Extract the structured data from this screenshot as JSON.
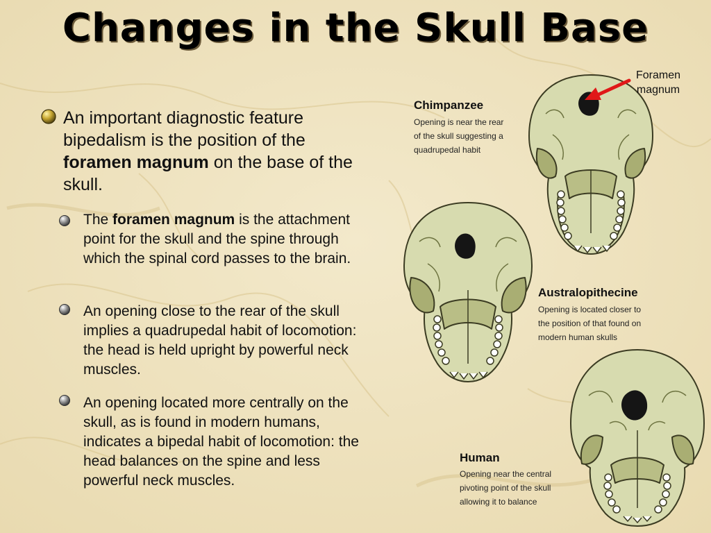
{
  "title": "Changes in the Skull Base",
  "intro": {
    "part1": "An important diagnostic feature bipedalism is the position of the ",
    "bold": "foramen magnum",
    "part2": " on the base of the skull."
  },
  "bullets": [
    {
      "bold": "foramen magnum",
      "pre": "The ",
      "post": " is the attachment point for the skull and the spine through which the spinal cord passes to the brain."
    },
    {
      "text": "An opening close to the rear of the skull implies a quadrupedal habit of locomotion: the head is held upright by powerful neck muscles."
    },
    {
      "text": "An opening located more centrally on the skull, as is found in modern humans, indicates a bipedal habit of locomotion: the head balances on the spine and less powerful neck muscles."
    }
  ],
  "skulls": {
    "chimp": {
      "name": "Chimpanzee",
      "desc1": "Opening is near the rear",
      "desc2": "of the skull suggesting a",
      "desc3": "quadrupedal habit"
    },
    "australo": {
      "name": "Australopithecine",
      "desc1": "Opening is located closer to",
      "desc2": "the position of that found on",
      "desc3": "modern human skulls"
    },
    "human": {
      "name": "Human",
      "desc1": "Opening near the central",
      "desc2": "pivoting point of the skull",
      "desc3": "allowing it to balance"
    }
  },
  "foramen_label": {
    "line1": "Foramen",
    "line2": "magnum"
  },
  "colors": {
    "bone": "#d7dbaf",
    "bone_shadow": "#a9ae73",
    "outline": "#3b3b22",
    "arrow": "#e01818",
    "background": "#efe4c2"
  }
}
